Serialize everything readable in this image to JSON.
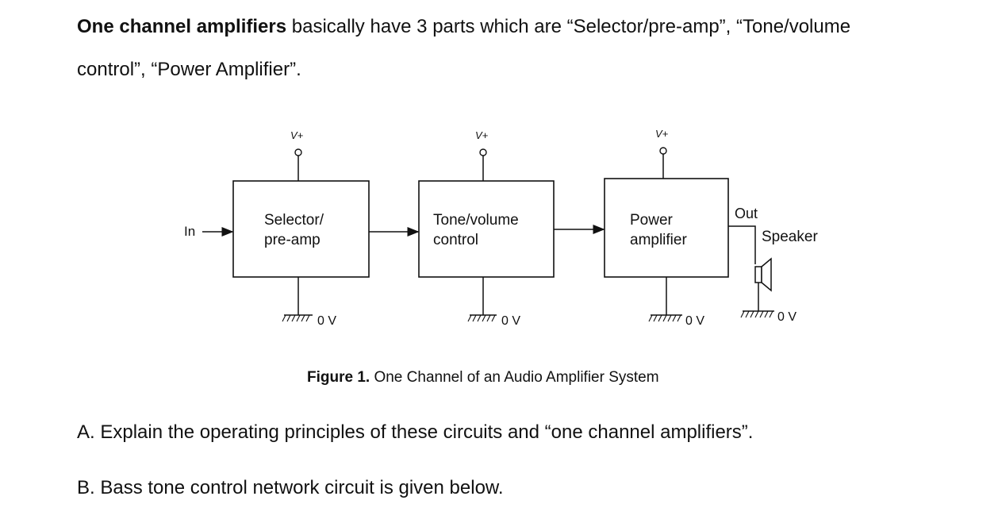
{
  "intro": {
    "bold": "One channel amplifiers",
    "rest": " basically have 3 parts which are “Selector/pre-amp”, “Tone/volume",
    "line2": "control”, “Power Amplifier”."
  },
  "diagram": {
    "input_label": "In",
    "supply_label": "V+",
    "ground_label": "0 V",
    "blocks": [
      {
        "line1": "Selector/",
        "line2": "pre-amp"
      },
      {
        "line1": "Tone/volume",
        "line2": "control"
      },
      {
        "line1": "Power",
        "line2": "amplifier"
      }
    ],
    "out_label": "Out",
    "speaker_label": "Speaker"
  },
  "caption": {
    "bold": "Figure 1.",
    "rest": " One Channel of an Audio Amplifier System"
  },
  "questions": {
    "a": "A. Explain the operating principles of these circuits and “one channel amplifiers”.",
    "b": "B. Bass tone control network circuit is given below."
  }
}
